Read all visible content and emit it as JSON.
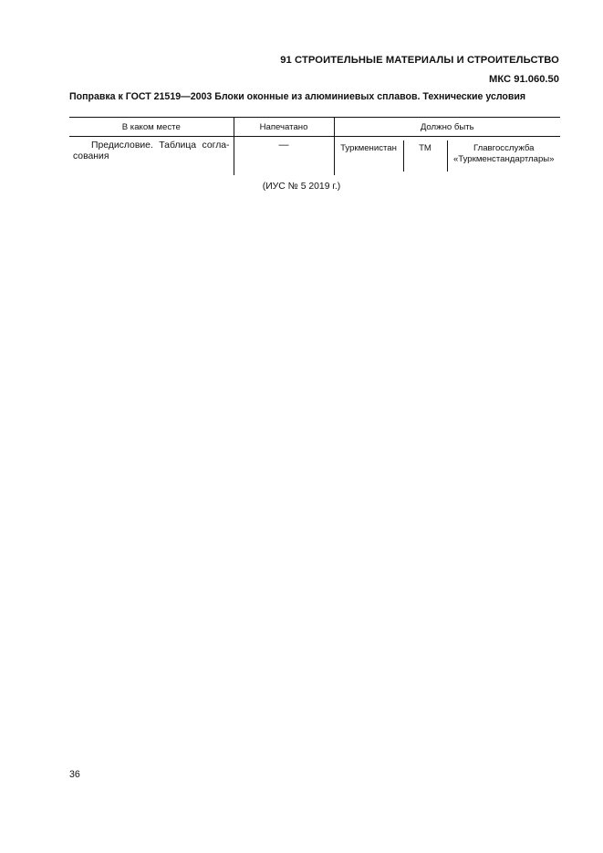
{
  "header": {
    "section": "91  СТРОИТЕЛЬНЫЕ МАТЕРИАЛЫ И СТРОИТЕЛЬСТВО",
    "mks": "МКС 91.060.50"
  },
  "title": "Поправка к ГОСТ 21519—2003 Блоки оконные из алюминиевых сплавов. Технические условия",
  "table": {
    "headers": {
      "place": "В каком месте",
      "printed": "Напечатано",
      "should_be": "Должно быть"
    },
    "row": {
      "place": "Предисловие. Таблица согла-сования",
      "printed": "—",
      "country": "Туркменистан",
      "code": "TM",
      "agency_line1": "Главгосслужба",
      "agency_line2": "«Туркменстандартлары»"
    }
  },
  "source": "(ИУС № 5  2019 г.)",
  "page_number": "36"
}
